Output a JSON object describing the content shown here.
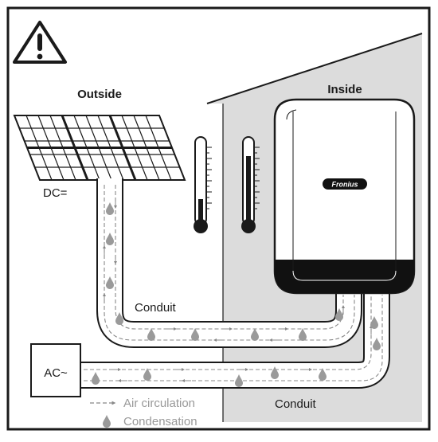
{
  "labels": {
    "outside": "Outside",
    "inside": "Inside",
    "dc": "DC=",
    "ac": "AC~",
    "conduit_upper": "Conduit",
    "conduit_lower": "Conduit",
    "brand": "Fronius"
  },
  "legend": {
    "air_circulation": "Air circulation",
    "condensation": "Condensation"
  },
  "colors": {
    "wall": "#dcdcdc",
    "stroke": "#1a1a1a",
    "drop": "#9a9a9a",
    "legend_text": "#999999",
    "inverter_base": "#111111",
    "air_line": "#888888"
  },
  "icons": {
    "warning": "warning-triangle-icon",
    "drop": "water-drop-icon",
    "thermometer": "thermometer-icon",
    "solar": "solar-panel-icon"
  }
}
